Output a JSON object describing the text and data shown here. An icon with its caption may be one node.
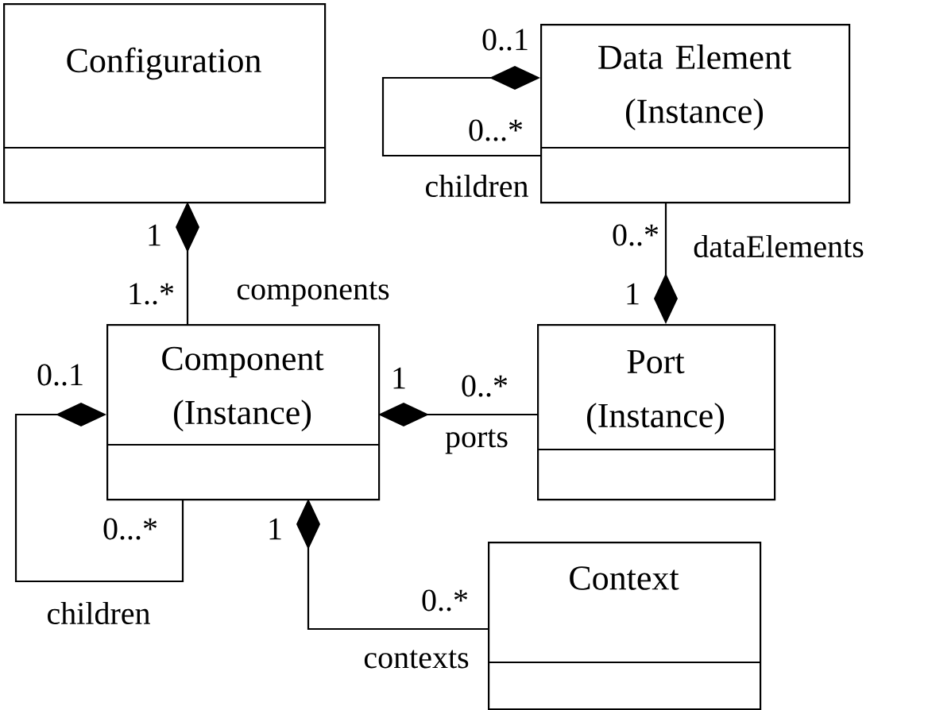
{
  "diagram": {
    "nodes": [
      {
        "text": [
          "Configuration"
        ]
      },
      {
        "text": [
          "Data Element (Instance)"
        ]
      },
      {
        "text": [
          "Component (Instance)"
        ]
      },
      {
        "text": [
          "Port (Instance)"
        ]
      },
      {
        "text": [
          "Context"
        ]
      }
    ],
    "edges": [
      {
        "from": 0,
        "to": 2,
        "arrow": "other",
        "label": "components"
      },
      {
        "from": 1,
        "to": 1,
        "arrow": "other",
        "label": "children"
      },
      {
        "from": 3,
        "to": 1,
        "arrow": "other",
        "label": "dataElements"
      },
      {
        "from": 2,
        "to": 3,
        "arrow": "other",
        "label": "ports"
      },
      {
        "from": 2,
        "to": 2,
        "arrow": "other",
        "label": "children"
      },
      {
        "from": 2,
        "to": 4,
        "arrow": "other",
        "label": "contexts"
      }
    ],
    "labels": [
      "0..1",
      "0...*",
      "1",
      "0..*",
      "1..*",
      "1",
      "0..1",
      "1",
      "0..*",
      "0...*",
      "1",
      "0..*"
    ]
  }
}
